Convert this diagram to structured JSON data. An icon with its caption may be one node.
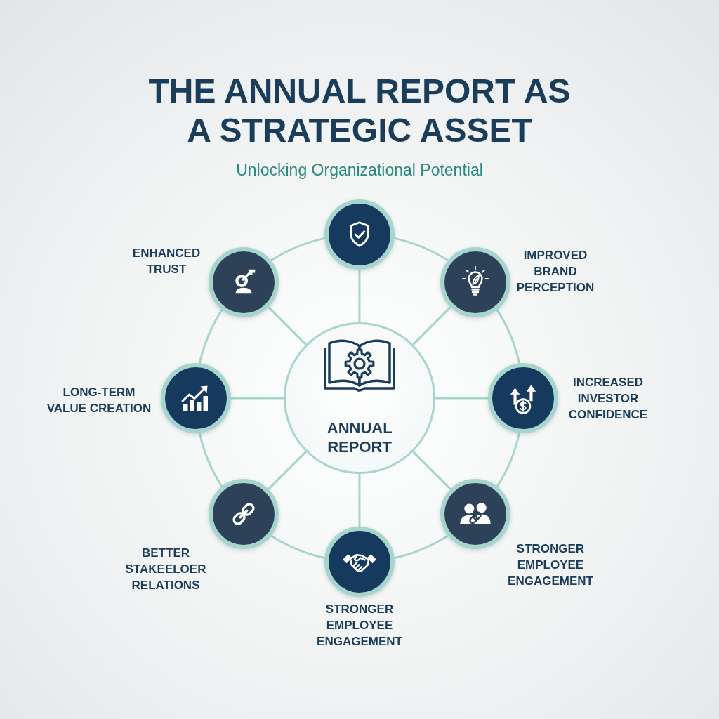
{
  "diagram": {
    "title": "THE ANNUAL REPORT AS A STRATEGIC ASSET",
    "nodes": [
      {
        "text": [
          "ANNUAL REPORT"
        ]
      },
      {
        "text": [],
        "shape": "circle"
      },
      {
        "text": [
          "IMPROVED BRAND PERCEPTION"
        ]
      },
      {
        "text": [
          "INCREASED INVESTOR CONFIDENCE"
        ]
      },
      {
        "text": [
          "STRONGER EMPLOYEE ENGAGEMENT"
        ]
      },
      {
        "text": [
          "STRONGER EMPLOYEE ENGAGEMENT"
        ]
      },
      {
        "text": [
          "BETTER STAKEELOER RELATIONS"
        ]
      },
      {
        "text": [
          "LONG-TERM VALUE CREATION"
        ]
      },
      {
        "text": [
          "ENHANCED TRUST"
        ]
      }
    ],
    "edges": [
      {
        "from": 0,
        "to": 1,
        "arrow": "none"
      },
      {
        "from": 0,
        "to": 2,
        "arrow": "none"
      },
      {
        "from": 0,
        "to": 3,
        "arrow": "none"
      },
      {
        "from": 0,
        "to": 4,
        "arrow": "none"
      },
      {
        "from": 0,
        "to": 5,
        "arrow": "none"
      },
      {
        "from": 0,
        "to": 6,
        "arrow": "none"
      },
      {
        "from": 0,
        "to": 7,
        "arrow": "none"
      },
      {
        "from": 0,
        "to": 8,
        "arrow": "none"
      },
      {
        "from": 1,
        "to": 2,
        "arrow": "none"
      },
      {
        "from": 2,
        "to": 3,
        "arrow": "none"
      },
      {
        "from": 3,
        "to": 4,
        "arrow": "none"
      },
      {
        "from": 4,
        "to": 5,
        "arrow": "none"
      },
      {
        "from": 5,
        "to": 6,
        "arrow": "none"
      },
      {
        "from": 6,
        "to": 7,
        "arrow": "none"
      },
      {
        "from": 7,
        "to": 8,
        "arrow": "none"
      },
      {
        "from": 8,
        "to": 1,
        "arrow": "none"
      }
    ],
    "labels": [
      "Unlocking Organizational Potential"
    ]
  }
}
